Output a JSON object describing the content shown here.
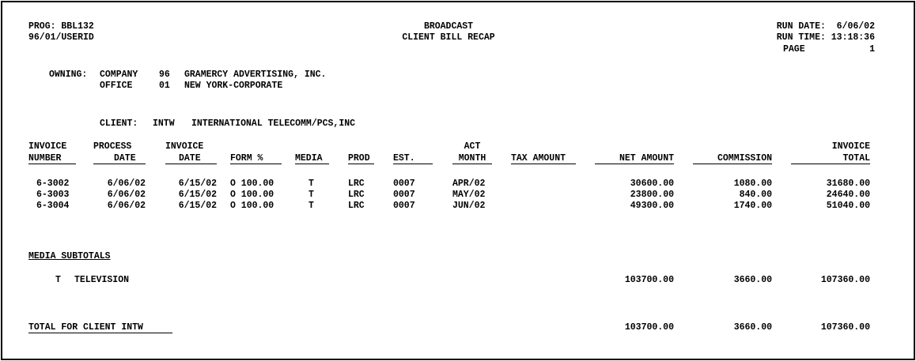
{
  "header": {
    "prog": "PROG: BBL132",
    "userid": "96/01/USERID",
    "title1": "BROADCAST",
    "title2": "CLIENT BILL RECAP",
    "run_date": "RUN DATE:  6/06/02",
    "run_time": "RUN TIME: 13:18:36",
    "page_label": "PAGE",
    "page_num": "1"
  },
  "owning": {
    "label": "OWNING:",
    "company_label": "COMPANY",
    "company_code": "96",
    "company_name": "GRAMERCY ADVERTISING, INC.",
    "office_label": "OFFICE",
    "office_code": "01",
    "office_name": "NEW YORK-CORPORATE"
  },
  "client": {
    "label": "CLIENT:",
    "code": "INTW",
    "name": "INTERNATIONAL TELECOMM/PCS,INC"
  },
  "columns": {
    "invoice_number_1": "INVOICE",
    "invoice_number_2": "NUMBER",
    "process_date_1": "PROCESS",
    "process_date_2": "DATE",
    "invoice_date_1": "INVOICE",
    "invoice_date_2": "DATE",
    "form": "FORM %",
    "media": "MEDIA",
    "prod": "PROD",
    "est": "EST.",
    "act_month_1": "ACT",
    "act_month_2": "MONTH",
    "tax_amount": "TAX AMOUNT",
    "net_amount": "NET AMOUNT",
    "commission": "COMMISSION",
    "invoice_total_1": "INVOICE",
    "invoice_total_2": "TOTAL"
  },
  "rows": [
    {
      "invoice": "6-3002",
      "process_date": "6/06/02",
      "invoice_date": "6/15/02",
      "form": "O 100.00",
      "media": "T",
      "prod": "LRC",
      "est": "0007",
      "month": "APR/02",
      "net": "30600.00",
      "commission": "1080.00",
      "total": "31680.00"
    },
    {
      "invoice": "6-3003",
      "process_date": "6/06/02",
      "invoice_date": "6/15/02",
      "form": "O 100.00",
      "media": "T",
      "prod": "LRC",
      "est": "0007",
      "month": "MAY/02",
      "net": "23800.00",
      "commission": "840.00",
      "total": "24640.00"
    },
    {
      "invoice": "6-3004",
      "process_date": "6/06/02",
      "invoice_date": "6/15/02",
      "form": "O 100.00",
      "media": "T",
      "prod": "LRC",
      "est": "0007",
      "month": "JUN/02",
      "net": "49300.00",
      "commission": "1740.00",
      "total": "51040.00"
    }
  ],
  "media_subtotals": {
    "title": "MEDIA SUBTOTALS",
    "code": "T",
    "name": "TELEVISION",
    "net": "103700.00",
    "commission": "3660.00",
    "total": "107360.00"
  },
  "client_total": {
    "label": "TOTAL FOR CLIENT INTW",
    "net": "103700.00",
    "commission": "3660.00",
    "total": "107360.00"
  }
}
